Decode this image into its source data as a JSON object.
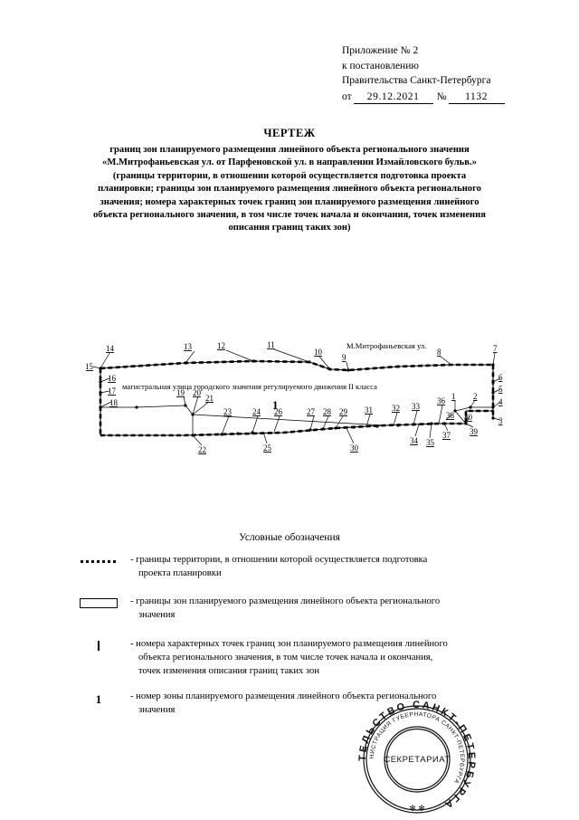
{
  "header": {
    "line1": "Приложение № 2",
    "line2": "к постановлению",
    "line3": "Правительства Санкт-Петербурга",
    "date_label": "от",
    "date_value": "29.12.2021",
    "number_label": "№",
    "number_value": "1132"
  },
  "title": {
    "heading": "ЧЕРТЕЖ",
    "line1": "границ зон планируемого размещения линейного объекта регионального значения",
    "line2": "«М.Митрофаньевская ул. от Парфеновской ул. в направлении Измайловского бульв.»",
    "line3": "(границы территории, в отношении которой осуществляется подготовка проекта",
    "line4": "планировки; границы зон планируемого размещения линейного объекта регионального",
    "line5": "значения; номера характерных точек границ зон планируемого размещения линейного",
    "line6": "объекта регионального значения, в том числе точек начала и окончания, точек изменения",
    "line7": "описания границ таких зон)"
  },
  "map": {
    "street_name_label": "М.Митрофаньевская ул.",
    "street_class_label": "магистральная улица городского значения регулируемого движения II класса",
    "zone_number": "1",
    "point_numbers": [
      "1",
      "2",
      "3",
      "4",
      "5",
      "6",
      "7",
      "8",
      "9",
      "10",
      "11",
      "12",
      "13",
      "14",
      "15",
      "16",
      "17",
      "18",
      "19",
      "20",
      "21",
      "22",
      "23",
      "24",
      "25",
      "26",
      "27",
      "28",
      "29",
      "30",
      "31",
      "32",
      "33",
      "34",
      "35",
      "36",
      "37",
      "38",
      "39",
      "40"
    ]
  },
  "legend": {
    "title": "Условные обозначения",
    "items": [
      {
        "symbol": "dotted-line-symbol",
        "text_line1": "- границы территории, в отношении которой осуществляется подготовка",
        "text_line2": "проекта планировки"
      },
      {
        "symbol": "outlined-rectangle-symbol",
        "text_line1": "- границы зон планируемого размещения линейного объекта регионального",
        "text_line2": "значения"
      },
      {
        "symbol": "vertical-tick-symbol",
        "text_line1": "- номера характерных точек границ зон планируемого размещения линейного",
        "text_line2": "объекта регионального значения, в том числе точек начала и окончания,",
        "text_line3": "точек изменения описания границ таких зон"
      },
      {
        "symbol": "bold-numeral-symbol",
        "symbol_text": "1",
        "text_line1": "- номер зоны планируемого размещения линейного объекта регионального",
        "text_line2": "значения"
      }
    ]
  },
  "stamp": {
    "outer_text": "ПРАВИТЕЛЬСТВО САНКТ-ПЕТЕРБУРГА",
    "inner_text": "АДМИНИСТРАЦИЯ ГУБЕРНАТОРА САНКТ-ПЕТЕРБУРГА",
    "center_text": "СЕКРЕТАРИАТ"
  }
}
